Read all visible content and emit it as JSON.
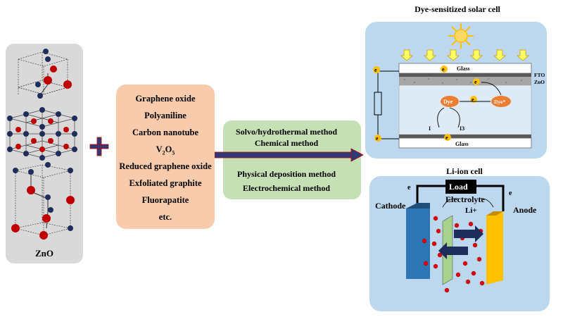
{
  "left_panel": {
    "label": "ZnO"
  },
  "materials": {
    "items": [
      "Graphene oxide",
      "Polyaniline",
      "Carbon nanotube",
      "V2O5",
      "Reduced graphene oxide",
      "Exfoliated graphite",
      "Fluorapatite",
      "etc."
    ]
  },
  "methods": {
    "items": [
      "Solvo/hydrothermal method",
      "Chemical method",
      "Physical deposition method",
      "Electrochemical method"
    ]
  },
  "dssc": {
    "title": "Dye-sensitized solar cell",
    "glass_top": "Glass",
    "fto": "FTO",
    "zno": "ZnO",
    "dye": "Dye",
    "dye_star": "Dye*",
    "iodide": "I",
    "triiodide": "I3",
    "glass_bottom": "Glass",
    "electron": "e"
  },
  "li_ion": {
    "title": "Li-ion cell",
    "load": "Load",
    "cathode": "Cathode",
    "anode": "Anode",
    "electrolyte": "Electrolyte",
    "li": "Li+",
    "e_left": "e",
    "e_right": "e"
  },
  "colors": {
    "panel_gray": "#d9d9d9",
    "materials_bg": "#f8cbad",
    "methods_bg": "#c5e0b4",
    "cell_bg": "#bdd7ee",
    "atom_red": "#c00000",
    "atom_navy": "#1f2d5c",
    "arrow_navy": "#2e3a78",
    "dye_orange": "#ed7d31",
    "cathode_blue": "#2e75b6",
    "anode_yellow": "#ffc000"
  }
}
